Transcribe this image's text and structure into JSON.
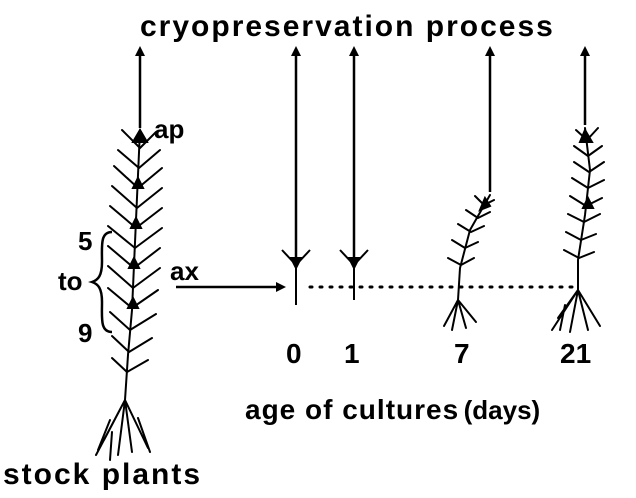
{
  "title": "cryopreservation process",
  "labels": {
    "apex": "ap",
    "axillary": "ax",
    "node_from": "5",
    "node_connector": "to",
    "node_to": "9"
  },
  "ages": [
    "0",
    "1",
    "7",
    "21"
  ],
  "age_caption_main": "age of cultures",
  "age_caption_unit": "(days)",
  "stock_label": "stock plants",
  "colors": {
    "ink": "#000000",
    "background": "#ffffff"
  }
}
